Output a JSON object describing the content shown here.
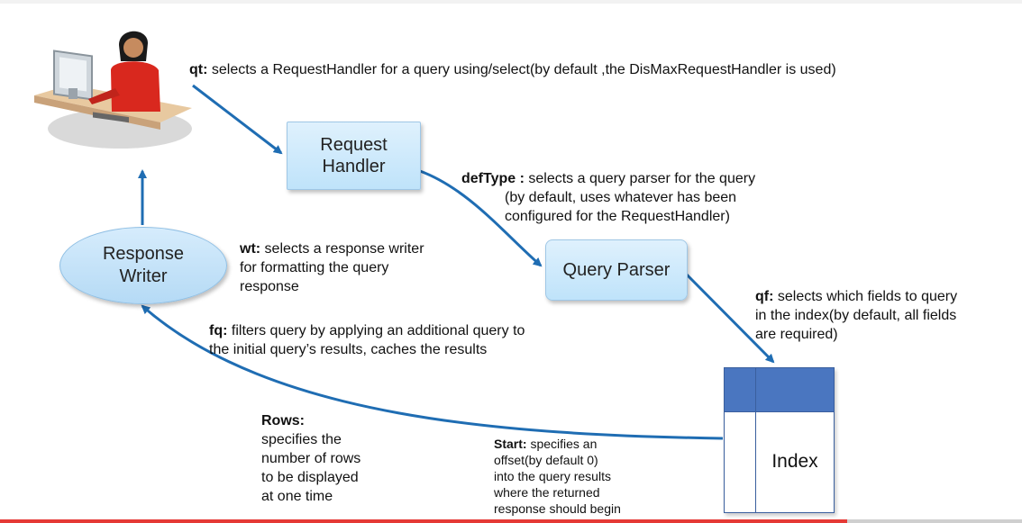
{
  "nodes": {
    "request_handler": "Request\nHandler",
    "query_parser": "Query Parser",
    "response_writer": "Response\nWriter",
    "index": "Index"
  },
  "notes": {
    "qt": {
      "key": "qt:",
      "text": " selects a RequestHandler for a query using/select(by default ,the DisMaxRequestHandler is used)"
    },
    "deftype": {
      "key": "defType :",
      "line1": " selects a query parser for the query",
      "line2": "(by default, uses whatever has been",
      "line3": "configured for the RequestHandler)"
    },
    "wt": {
      "key": "wt:",
      "line1": " selects a response writer",
      "line2": "for formatting the query",
      "line3": "response"
    },
    "qf": {
      "key": "qf:",
      "line1": " selects which fields to query",
      "line2": "in the index(by default, all fields",
      "line3": "are required)"
    },
    "fq": {
      "key": "fq:",
      "line1": " filters query by applying an additional query to",
      "line2": "the initial query’s results, caches the results"
    },
    "rows": {
      "key": "Rows:",
      "line1": "specifies the",
      "line2": "number of rows",
      "line3": "to be displayed",
      "line4": "at one time"
    },
    "start": {
      "key": "Start:",
      "line1": " specifies an",
      "line2": "offset(by default 0)",
      "line3": "into the query results",
      "line4": "where the returned",
      "line5": "response should begin"
    }
  },
  "colors": {
    "arrow": "#1f6db3",
    "box_fill": "#c8e7fb",
    "index_header": "#4a76c0",
    "person_shirt": "#d9281e"
  },
  "icons": {
    "user": "person-at-computer-icon"
  }
}
